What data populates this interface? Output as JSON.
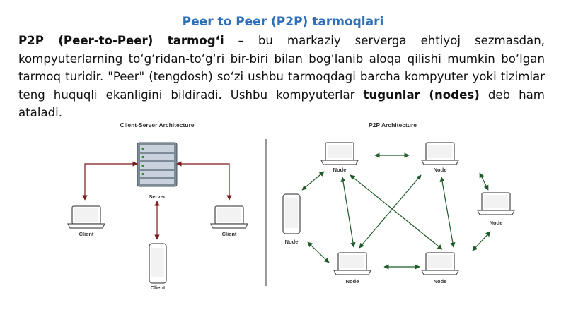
{
  "title": "Peer to Peer (P2P) tarmoqlari",
  "paragraph": {
    "term": "P2P (Peer-to-Peer) tarmog‘i",
    "text1": " – bu markaziy serverga ehtiyoj sezmasdan, kompyuterlarning to‘g‘ridan-to‘g‘ri bir-biri bilan bog‘lanib aloqa qilishi mumkin bo‘lgan tarmoq turidir. \"Peer\" (tengdosh) so‘zi ushbu tarmoqdagi barcha kompyuter yoki tizimlar teng huquqli ekanligini bildiradi. Ushbu kompyuterlar ",
    "term2": "tugunlar (nodes)",
    "text2": " deb ham ataladi."
  },
  "client_server": {
    "caption": "Client-Server Architecture",
    "server_label": "Server",
    "client_left": "Client",
    "client_right": "Client",
    "client_bottom": "Client"
  },
  "p2p": {
    "caption": "P2P Architecture",
    "node_label": "Node"
  },
  "colors": {
    "title": "#2e6fb7",
    "cs_arrow": "#7a1a1a",
    "p2p_arrow": "#1f5a2a",
    "device": "#555555"
  }
}
